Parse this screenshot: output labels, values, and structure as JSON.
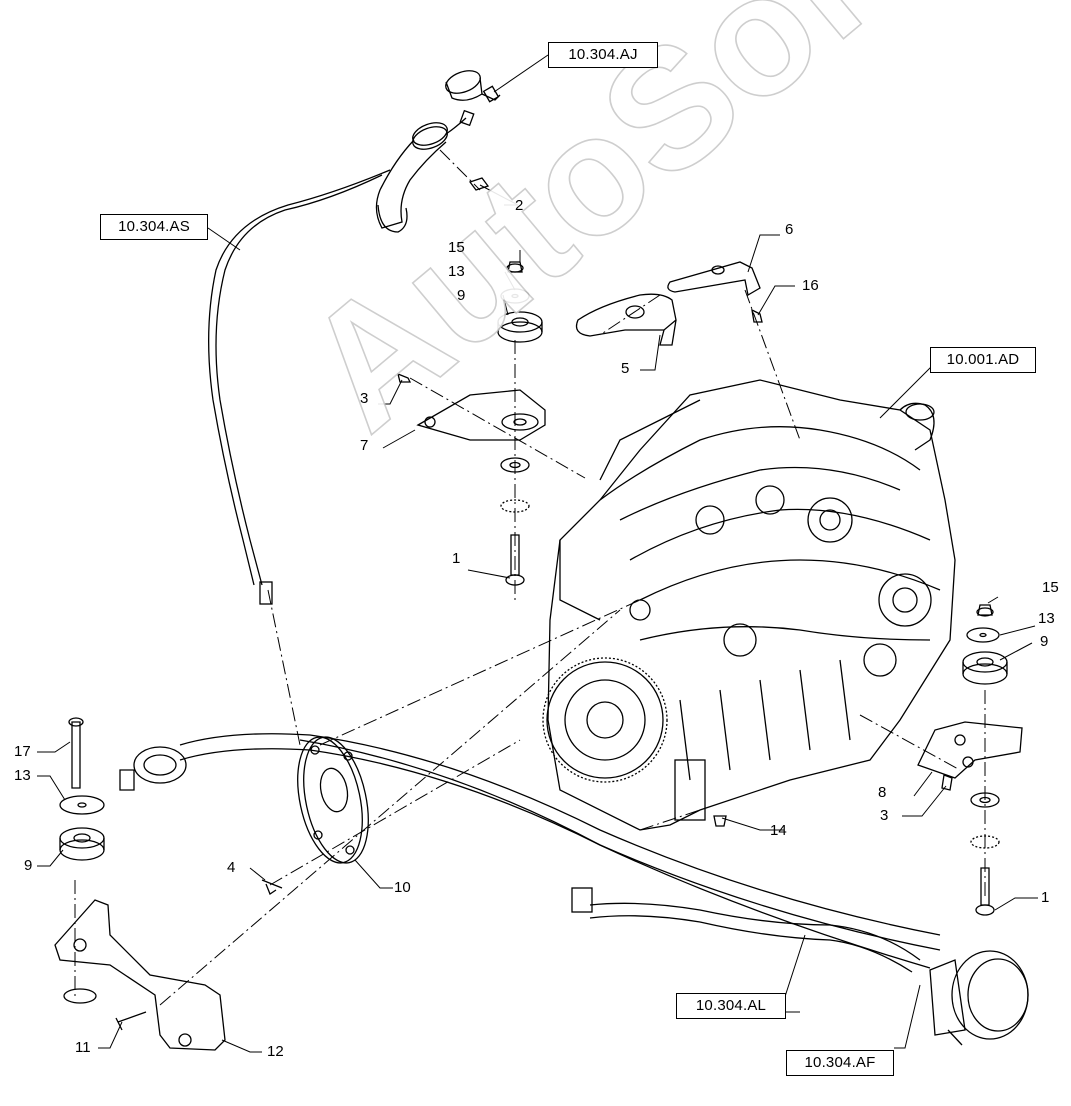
{
  "watermark": "AutoSoft",
  "ref_boxes": {
    "aj": "10.304.AJ",
    "as": "10.304.AS",
    "ad": "10.001.AD",
    "al": "10.304.AL",
    "af": "10.304.AF"
  },
  "callouts": {
    "c1a": "1",
    "c1b": "1",
    "c2": "2",
    "c3a": "3",
    "c3b": "3",
    "c4": "4",
    "c5": "5",
    "c6": "6",
    "c7": "7",
    "c8": "8",
    "c9a": "9",
    "c9b": "9",
    "c9c": "9",
    "c10": "10",
    "c11": "11",
    "c12": "12",
    "c13a": "13",
    "c13b": "13",
    "c13c": "13",
    "c14": "14",
    "c15a": "15",
    "c15b": "15",
    "c16": "16",
    "c17": "17"
  },
  "colors": {
    "line": "#000000",
    "watermark_outline": "#c9c9c9",
    "background": "#ffffff"
  }
}
